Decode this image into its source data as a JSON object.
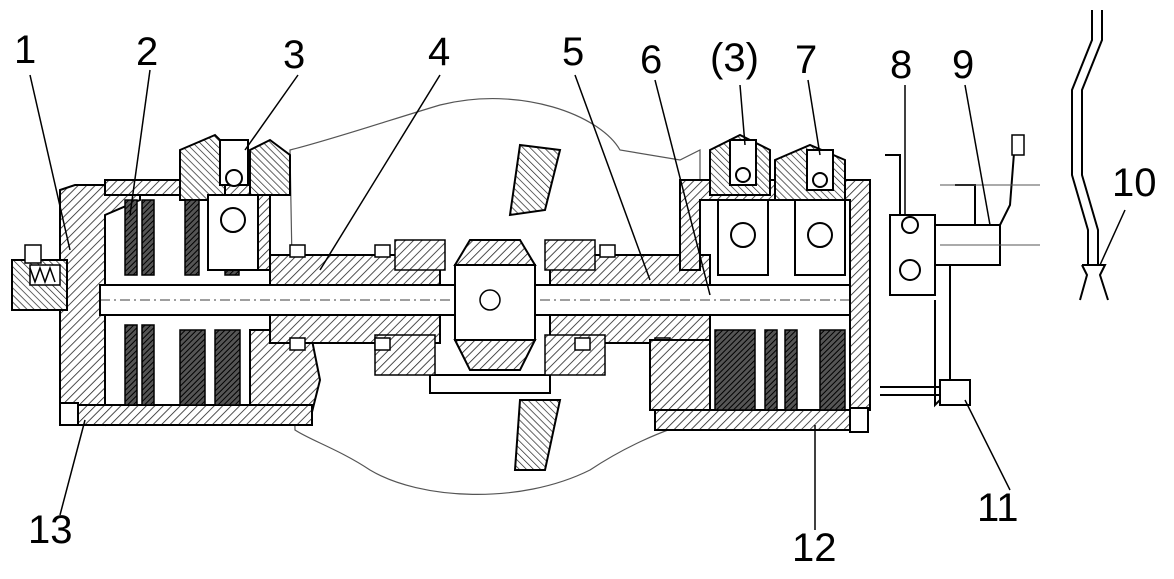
{
  "diagram": {
    "callouts": [
      {
        "id": "1",
        "label": "1"
      },
      {
        "id": "2",
        "label": "2"
      },
      {
        "id": "3",
        "label": "3"
      },
      {
        "id": "4",
        "label": "4"
      },
      {
        "id": "5",
        "label": "5"
      },
      {
        "id": "6",
        "label": "6"
      },
      {
        "id": "3b",
        "label": "(3)"
      },
      {
        "id": "7",
        "label": "7"
      },
      {
        "id": "8",
        "label": "8"
      },
      {
        "id": "9",
        "label": "9"
      },
      {
        "id": "10",
        "label": "10"
      },
      {
        "id": "11",
        "label": "11"
      },
      {
        "id": "12",
        "label": "12"
      },
      {
        "id": "13",
        "label": "13"
      }
    ]
  }
}
